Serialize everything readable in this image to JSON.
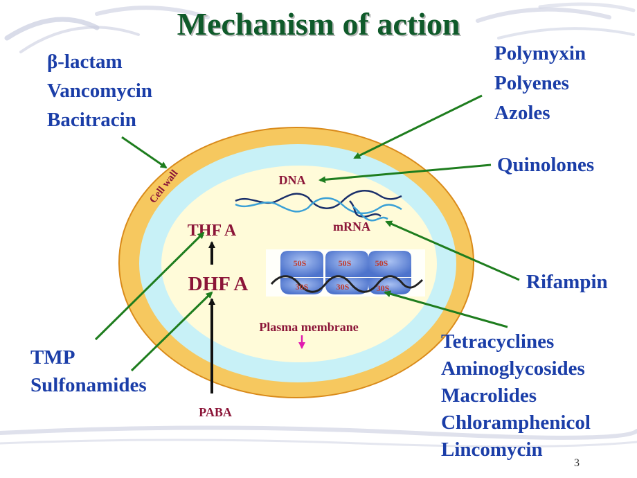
{
  "slide": {
    "title": "Mechanism of action",
    "page_number": "3"
  },
  "labels": {
    "cell_wall": "Cell wall",
    "dna": "DNA",
    "mrna": "mRNA",
    "thfa": "THF A",
    "dhfa": "DHF A",
    "plasma_membrane": "Plasma membrane",
    "paba": "PABA",
    "ribosome_large": "50S",
    "ribosome_small": "30S"
  },
  "drug_groups": {
    "cell_wall_drugs": [
      "β-lactam",
      "Vancomycin",
      "Bacitracin"
    ],
    "membrane_drugs": [
      "Polymyxin",
      "Polyenes",
      "Azoles"
    ],
    "dna_drugs": [
      "Quinolones"
    ],
    "rna_drugs": [
      "Rifampin"
    ],
    "folate_drugs": [
      "TMP",
      "Sulfonamides"
    ],
    "ribosome_drugs": [
      "Tetracyclines",
      "Aminoglycosides",
      "Macrolides",
      "Chloramphenicol",
      "Lincomycin"
    ]
  },
  "colors": {
    "title": "#0f5a2a",
    "drug_text": "#1b3ea8",
    "label_text": "#8b1538",
    "arrow": "#1e7d1e",
    "cell_wall": "#f6c85f",
    "cell_wall_edge": "#d98a1a",
    "periplasm": "#c8f1f7",
    "cytoplasm": "#fffbd9",
    "ribosome": "#5b82d6"
  }
}
